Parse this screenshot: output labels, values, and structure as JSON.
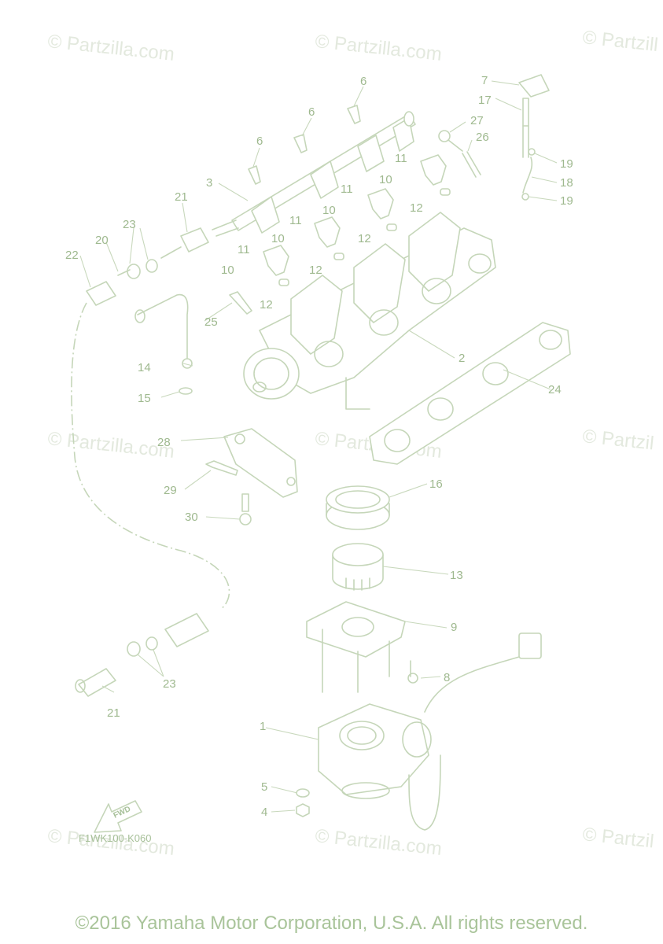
{
  "watermarks": [
    "© Partzilla.com",
    "© Partzilla.com",
    "© Partzill",
    "© Partzilla.com",
    "© Partzilla.com",
    "© Partzil",
    "© Partzilla.com",
    "© Partzilla.com",
    "© Partzil"
  ],
  "callouts": {
    "c1": "1",
    "c2": "2",
    "c3": "3",
    "c4": "4",
    "c5": "5",
    "c6a": "6",
    "c6b": "6",
    "c6c": "6",
    "c7": "7",
    "c8": "8",
    "c9": "9",
    "c10a": "10",
    "c10b": "10",
    "c10c": "10",
    "c10d": "10",
    "c11a": "11",
    "c11b": "11",
    "c11c": "11",
    "c11d": "11",
    "c12a": "12",
    "c12b": "12",
    "c12c": "12",
    "c12d": "12",
    "c13": "13",
    "c14": "14",
    "c15": "15",
    "c16": "16",
    "c17": "17",
    "c18": "18",
    "c19a": "19",
    "c19b": "19",
    "c20": "20",
    "c21a": "21",
    "c21b": "21",
    "c22": "22",
    "c23a": "23",
    "c23b": "23",
    "c24": "24",
    "c25": "25",
    "c26": "26",
    "c27": "27",
    "c28": "28",
    "c29": "29",
    "c30": "30"
  },
  "reference_code": "F1WK100-K060",
  "fwd_label": "FWD",
  "copyright": "©2016 Yamaha Motor Corporation, U.S.A. All rights reserved.",
  "colors": {
    "line": "#c5d6b9",
    "label": "#9fb98f",
    "watermark": "#e3e9de"
  }
}
